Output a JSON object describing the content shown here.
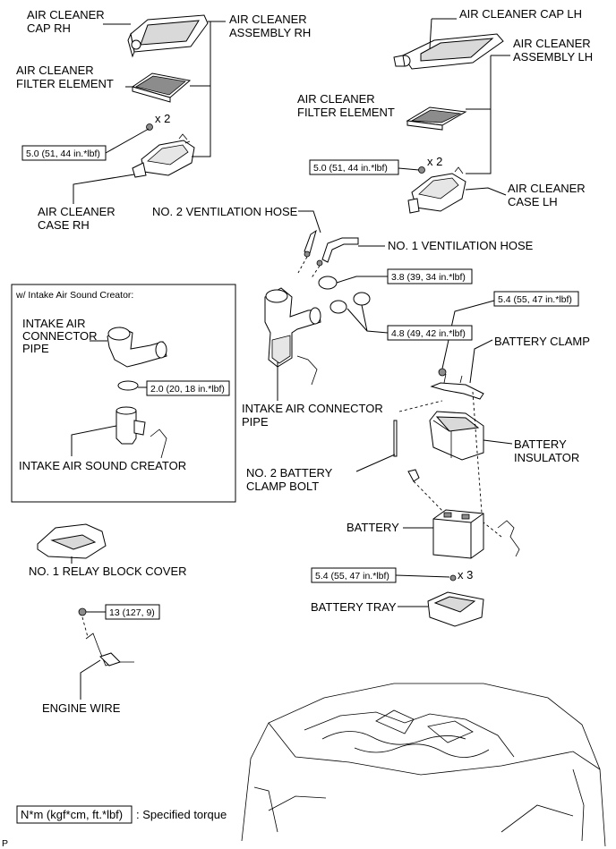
{
  "labels": {
    "air_cleaner_cap_rh": [
      "AIR CLEANER",
      "CAP RH"
    ],
    "air_cleaner_assembly_rh": [
      "AIR CLEANER",
      "ASSEMBLY RH"
    ],
    "air_cleaner_filter_element_rh": [
      "AIR CLEANER",
      "FILTER ELEMENT"
    ],
    "air_cleaner_case_rh": [
      "AIR CLEANER",
      "CASE RH"
    ],
    "air_cleaner_cap_lh": "AIR CLEANER CAP LH",
    "air_cleaner_assembly_lh": [
      "AIR CLEANER",
      "ASSEMBLY LH"
    ],
    "air_cleaner_filter_element_lh": [
      "AIR CLEANER",
      "FILTER ELEMENT"
    ],
    "air_cleaner_case_lh": [
      "AIR CLEANER",
      "CASE LH"
    ],
    "no2_ventilation_hose": "NO. 2 VENTILATION HOSE",
    "no1_ventilation_hose": "NO. 1 VENTILATION HOSE",
    "intake_air_connector_pipe": [
      "INTAKE AIR CONNECTOR",
      "PIPE"
    ],
    "battery_clamp": "BATTERY CLAMP",
    "battery_insulator": [
      "BATTERY",
      "INSULATOR"
    ],
    "no2_battery_clamp_bolt": [
      "NO. 2 BATTERY",
      "CLAMP BOLT"
    ],
    "battery": "BATTERY",
    "battery_tray": "BATTERY TRAY",
    "no1_relay_block_cover": "NO. 1 RELAY BLOCK COVER",
    "engine_wire": "ENGINE WIRE"
  },
  "inset": {
    "title": "w/ Intake Air Sound Creator:",
    "intake_air_connector_pipe": [
      "INTAKE AIR",
      "CONNECTOR",
      "PIPE"
    ],
    "intake_air_sound_creator": "INTAKE AIR SOUND CREATOR",
    "torque": "2.0 (20, 18 in.*lbf)"
  },
  "torques": {
    "case_rh_bolts": "5.0 (51, 44 in.*lbf)",
    "case_lh_bolts": "5.0 (51, 44 in.*lbf)",
    "clamp_upper": "3.8 (39, 34 in.*lbf)",
    "clamp_lower": "4.8 (49, 42 in.*lbf)",
    "battery_clamp_nut": "5.4 (55, 47 in.*lbf)",
    "battery_tray_bolts": "5.4 (55, 47 in.*lbf)",
    "engine_wire_nut": "13 (127, 9)"
  },
  "quantities": {
    "case_rh_bolts": "x 2",
    "case_lh_bolts": "x 2",
    "battery_tray_bolts": "x 3"
  },
  "legend": {
    "box_text": "N*m (kgf*cm, ft.*lbf)",
    "description": ": Specified torque"
  },
  "corner_mark": "P"
}
